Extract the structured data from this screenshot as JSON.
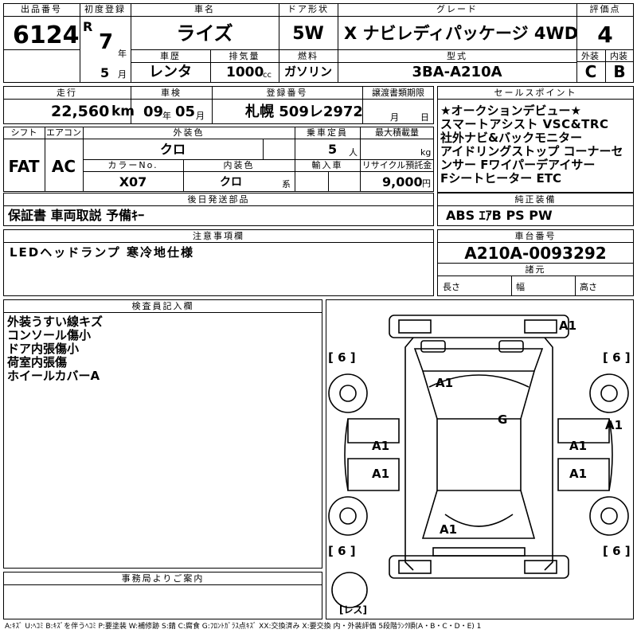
{
  "header": {
    "lot_label": "出品番号",
    "lot": "6124",
    "first_reg_label": "初度登録",
    "era": "R",
    "year": "7",
    "year_unit": "年",
    "month": "5",
    "month_unit": "月",
    "car_name_label": "車名",
    "car_name": "ライズ",
    "door_label": "ドア形状",
    "door": "5W",
    "grade_label": "グレード",
    "grade": "X ナビレディパッケージ 4WD",
    "score_label": "評価点",
    "score": "4",
    "history_label": "車歴",
    "history": "レンタ",
    "displacement_label": "排気量",
    "displacement": "1000",
    "displacement_unit": "cc",
    "fuel_label": "燃料",
    "fuel": "ガソリン",
    "model_label": "型式",
    "model": "3BA-A210A",
    "exterior_label": "外装",
    "exterior": "C",
    "interior_label": "内装",
    "interior": "B"
  },
  "row2": {
    "mileage_label": "走行",
    "mileage": "22,560",
    "mileage_unit": "km",
    "inspection_label": "車検",
    "insp_year": "09",
    "insp_year_unit": "年",
    "insp_month": "05",
    "insp_month_unit": "月",
    "plate_label": "登録番号",
    "plate": "札幌 509レ2972",
    "transfer_label": "譲渡書類期限",
    "transfer_month_unit": "月",
    "transfer_day_unit": "日",
    "selling_label": "セールスポイント"
  },
  "row3": {
    "shift_label": "シフト",
    "shift": "FAT",
    "ac_label": "エアコン",
    "ac": "AC",
    "color_label": "外装色",
    "color": "クロ",
    "capacity_label": "乗車定員",
    "capacity": "5",
    "capacity_unit": "人",
    "max_load_label": "最大積載量",
    "max_load_unit": "kg",
    "color_no_label": "カラーNo.",
    "color_no": "X07",
    "int_color_label": "内装色",
    "int_color": "クロ",
    "int_color_unit": "系",
    "import_label": "輸入車",
    "recycle_label": "リサイクル預託金",
    "recycle": "9,000",
    "recycle_unit": "円"
  },
  "selling_points": [
    "★オークションデビュー★",
    "スマートアシスト VSC&TRC",
    "社外ナビ&バックモニター",
    "アイドリングストップ コーナーセ",
    "ンサー Fワイパーデアイサー",
    "Fシートヒーター ETC"
  ],
  "later_parts": {
    "label": "後日発送部品",
    "value": "保証書 車両取説 予備ｷｰ"
  },
  "equipment": {
    "label": "純正装備",
    "value": "ABS ｴｱB PS PW"
  },
  "notes": {
    "label": "注意事項欄",
    "value": "LEDヘッドランプ 寒冷地仕様"
  },
  "chassis": {
    "label": "車台番号",
    "value": "A210A-0093292",
    "dims_label": "諸元",
    "length_label": "長さ",
    "width_label": "幅",
    "height_label": "高さ"
  },
  "inspector": {
    "label": "検査員記入欄",
    "lines": [
      "外装うすい線キズ",
      "コンソール傷小",
      "ドア内張傷小",
      "荷室内張傷",
      "ホイールカバーA"
    ]
  },
  "office": {
    "label": "事務局よりご案内"
  },
  "diagram": {
    "marks": [
      "A1",
      "A1",
      "A1",
      "G",
      "A1",
      "A1",
      "A1",
      "A1",
      "A1"
    ],
    "tire_marks": [
      "[ 6 ]",
      "[ 6 ]",
      "[ 6 ]",
      "[ 6 ]"
    ],
    "spare": "[レス]"
  },
  "legend": "A:ｷｽﾞ U:ﾍｺﾐ B:ｷｽﾞを伴うﾍｺﾐ P:要塗装 W:補修跡 S:錆 C:腐食 G:ﾌﾛﾝﾄｶﾞﾗｽ点ｷｽﾞ XX:交換済み X:要交換 内・外装評価 5段階ﾗﾝｸ順(A・B・C・D・E) 1"
}
